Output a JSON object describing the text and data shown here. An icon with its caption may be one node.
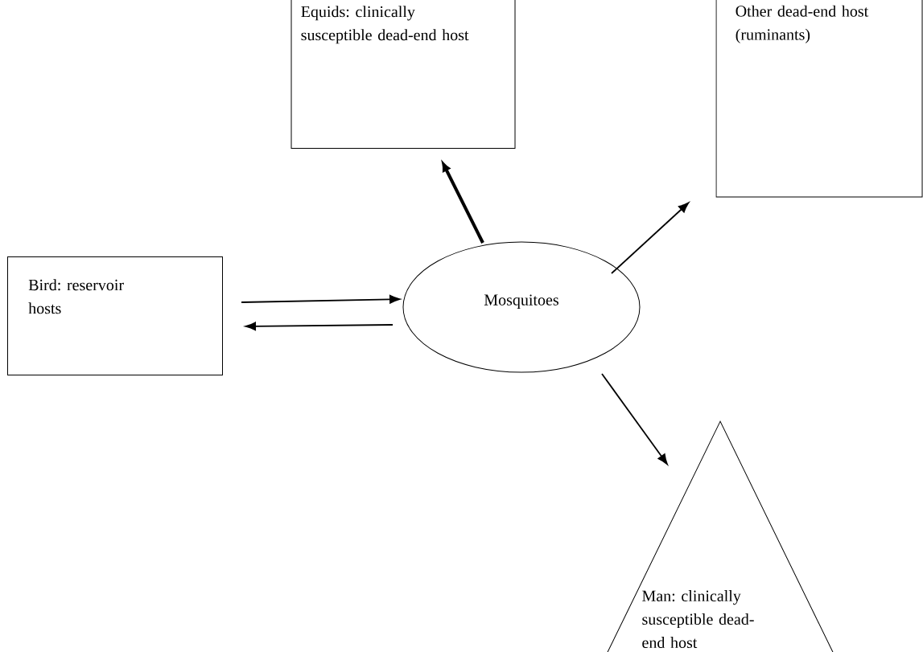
{
  "diagram": {
    "nodes": [
      {
        "text": [
          "Equids: clinically susceptible dead-end host"
        ]
      },
      {
        "text": [
          "Other dead-end host (ruminants)"
        ]
      },
      {
        "text": [
          "Bird: reservoir hosts"
        ]
      },
      {
        "text": [
          "Mosquitoes"
        ]
      },
      {
        "text": [
          "Man: clinically susceptible dead-end host"
        ]
      }
    ],
    "edges": [
      {
        "from": 3,
        "to": 0,
        "arrow": "to",
        "style": "thick"
      },
      {
        "from": 3,
        "to": 1,
        "arrow": "to"
      },
      {
        "from": 2,
        "to": 3,
        "arrow": "to"
      },
      {
        "from": 3,
        "to": 2,
        "arrow": "to"
      },
      {
        "from": 3,
        "to": 4,
        "arrow": "to"
      }
    ]
  }
}
